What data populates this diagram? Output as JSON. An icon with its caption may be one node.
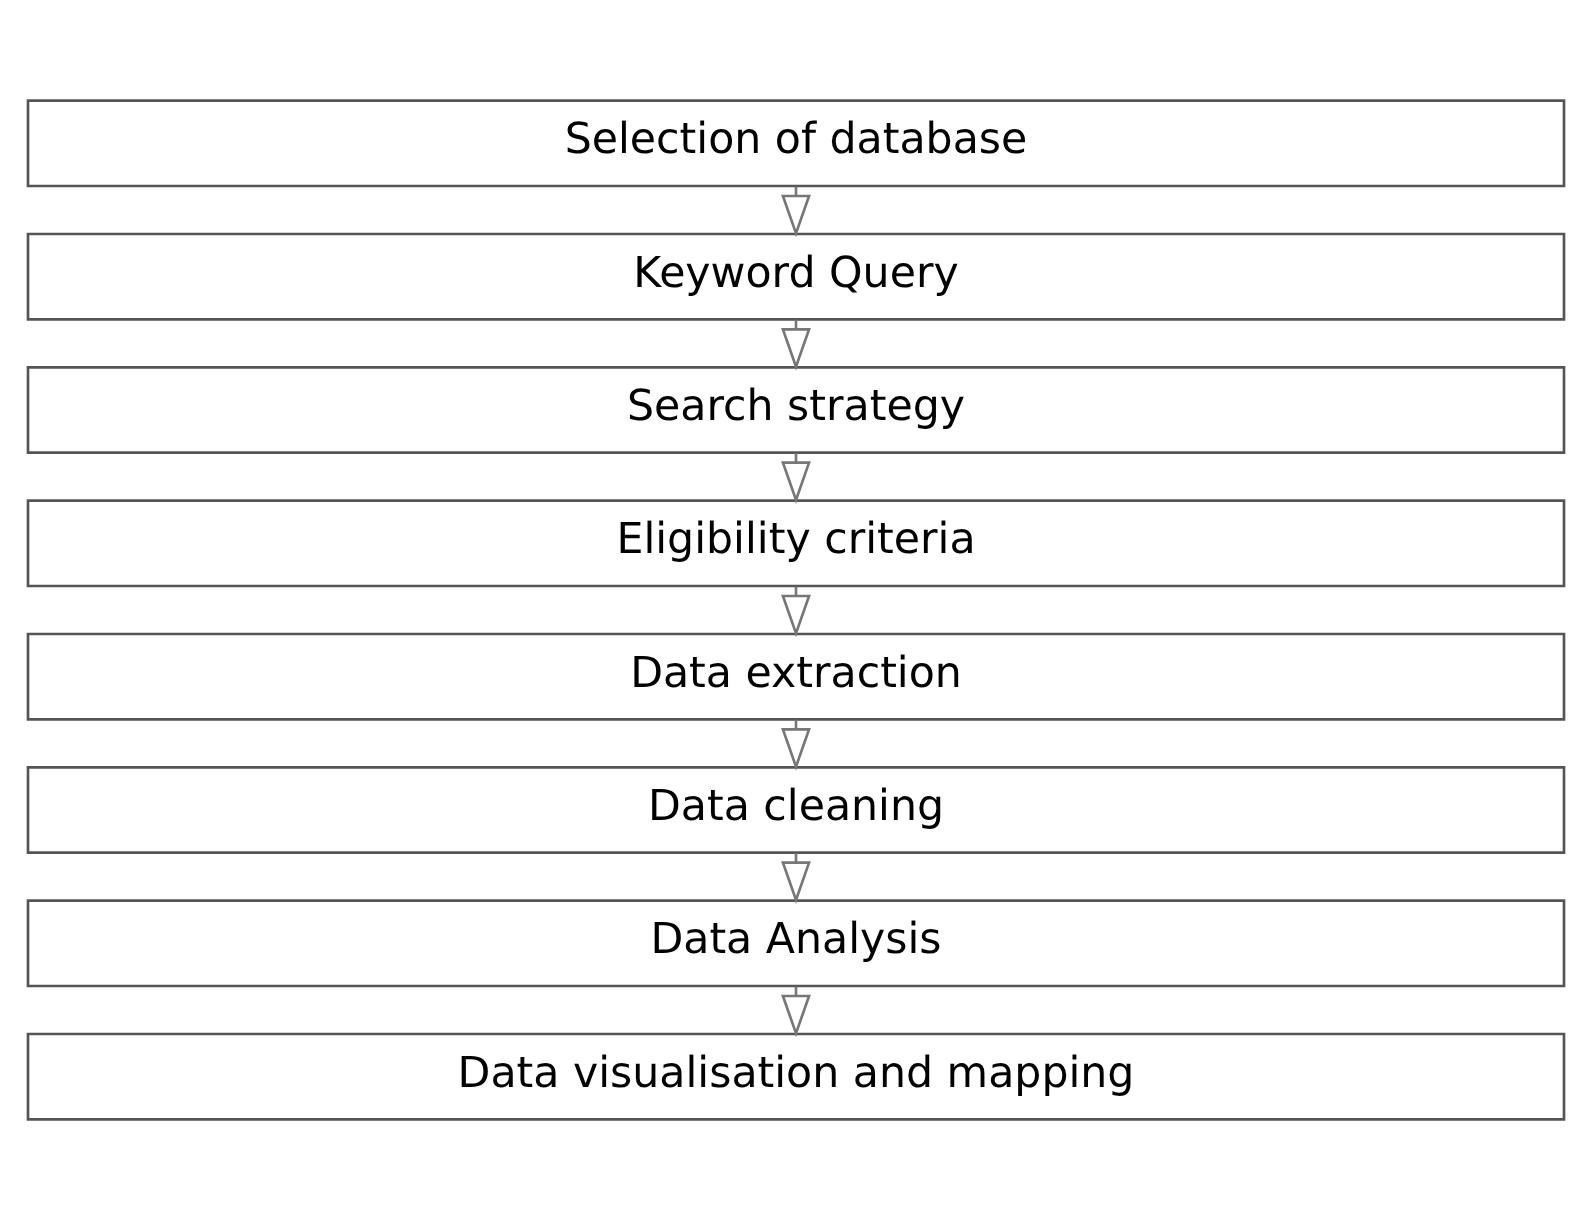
{
  "diagram": {
    "nodes": [
      {
        "text": [
          "Selection of database"
        ]
      },
      {
        "text": [
          "Keyword Query"
        ]
      },
      {
        "text": [
          "Search strategy"
        ]
      },
      {
        "text": [
          "Eligibility criteria"
        ]
      },
      {
        "text": [
          "Data extraction"
        ]
      },
      {
        "text": [
          "Data cleaning"
        ]
      },
      {
        "text": [
          "Data Analysis"
        ]
      },
      {
        "text": [
          "Data visualisation and mapping"
        ]
      }
    ],
    "edges": [
      {
        "from": 0,
        "to": 1,
        "arrow": "to"
      },
      {
        "from": 1,
        "to": 2,
        "arrow": "to"
      },
      {
        "from": 2,
        "to": 3,
        "arrow": "to"
      },
      {
        "from": 3,
        "to": 4,
        "arrow": "to"
      },
      {
        "from": 4,
        "to": 5,
        "arrow": "to"
      },
      {
        "from": 5,
        "to": 6,
        "arrow": "to"
      },
      {
        "from": 6,
        "to": 7,
        "arrow": "to"
      }
    ]
  }
}
